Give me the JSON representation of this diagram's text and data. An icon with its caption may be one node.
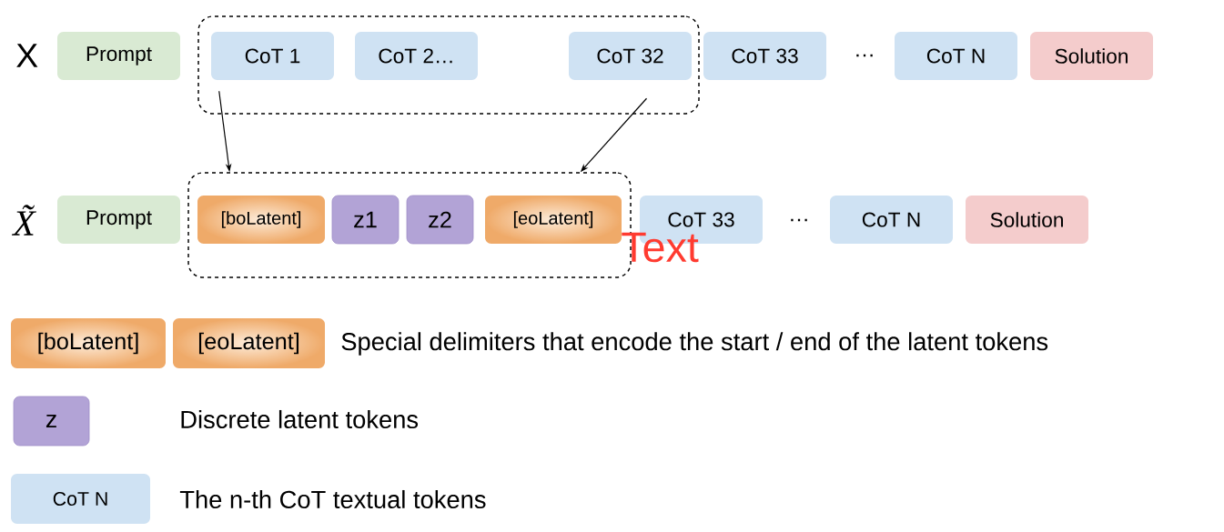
{
  "diagram": {
    "nodes": [
      {
        "text": [
          "Prompt"
        ]
      },
      {
        "text": [],
        "shape": "box"
      },
      {
        "text": [
          "CoT 1"
        ],
        "in": 1
      },
      {
        "text": [
          "CoT 2…"
        ],
        "in": 1
      },
      {
        "text": [
          "CoT 32"
        ],
        "in": 1
      },
      {
        "text": [
          "CoT 33"
        ]
      },
      {
        "text": [
          "CoT N"
        ]
      },
      {
        "text": [
          "Solution"
        ]
      },
      {
        "text": [
          "Prompt"
        ]
      },
      {
        "text": [],
        "shape": "box"
      },
      {
        "text": [
          "[boLatent]"
        ],
        "in": 9
      },
      {
        "text": [
          "z1"
        ],
        "in": 9
      },
      {
        "text": [
          "z2"
        ],
        "in": 9
      },
      {
        "text": [
          "[eoLatent]"
        ],
        "in": 9
      },
      {
        "text": [
          "CoT 33"
        ]
      },
      {
        "text": [
          "CoT N"
        ]
      },
      {
        "text": [
          "Solution"
        ]
      },
      {
        "text": [
          "[boLatent]"
        ]
      },
      {
        "text": [
          "[eoLatent]"
        ]
      },
      {
        "text": [
          "z"
        ]
      },
      {
        "text": [
          "CoT N"
        ]
      }
    ],
    "edges": [
      {
        "from": 2,
        "to": 9,
        "arrow": "to"
      },
      {
        "from": 4,
        "to": 9,
        "arrow": "to"
      }
    ],
    "labels": [
      "X",
      "X̃",
      "…",
      "…",
      "Text",
      "Special delimiters that encode the start / end of the latent tokens",
      "Discrete latent tokens",
      "The n-th CoT textual tokens"
    ]
  }
}
